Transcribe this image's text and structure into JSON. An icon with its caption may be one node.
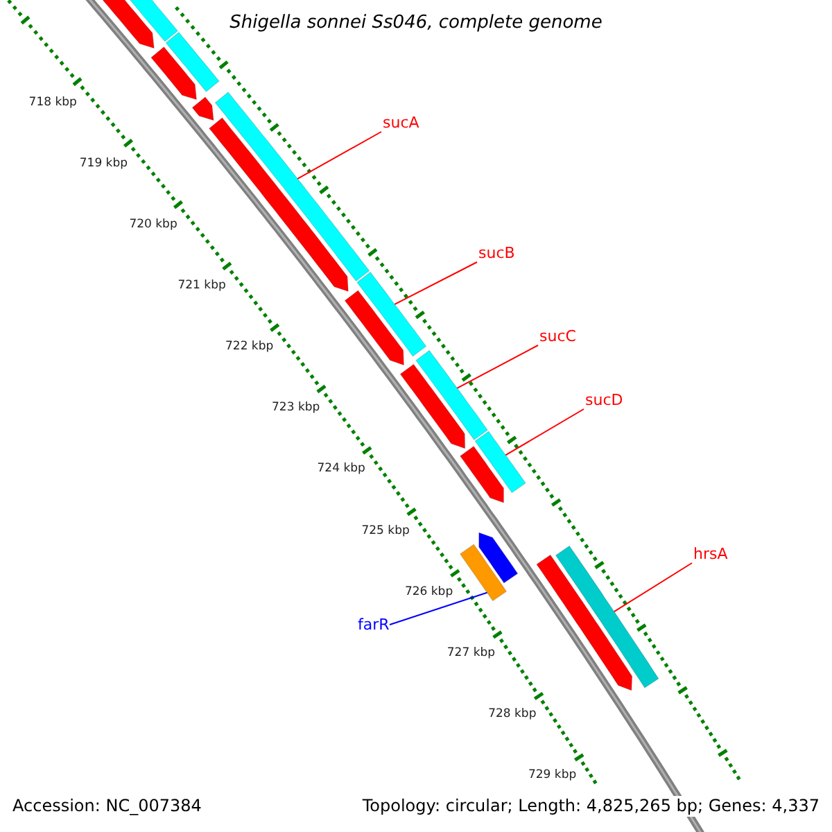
{
  "diagram": {
    "title": "Shigella sonnei Ss046, complete genome",
    "nodes": [
      {
        "text": [
          "sucA"
        ]
      },
      {
        "text": [
          "sucB"
        ]
      },
      {
        "text": [
          "sucC"
        ]
      },
      {
        "text": [
          "sucD"
        ]
      },
      {
        "text": [
          "hrsA"
        ]
      },
      {
        "text": [
          "farR"
        ]
      },
      {
        "text": [],
        "shape": "arrow"
      },
      {
        "text": [],
        "shape": "arrow"
      },
      {
        "text": [],
        "shape": "arrow"
      },
      {
        "text": [],
        "shape": "arrow"
      },
      {
        "text": [],
        "shape": "arrow"
      },
      {
        "text": [],
        "shape": "arrow"
      },
      {
        "text": [],
        "shape": "arrow"
      },
      {
        "text": [],
        "shape": "arrow"
      },
      {
        "text": [],
        "shape": "bar"
      },
      {
        "text": [],
        "shape": "bar"
      },
      {
        "text": [],
        "shape": "bar"
      },
      {
        "text": [],
        "shape": "bar"
      },
      {
        "text": [],
        "shape": "bar"
      },
      {
        "text": [],
        "shape": "bar"
      },
      {
        "text": [],
        "shape": "bar"
      },
      {
        "text": [],
        "shape": "arrow"
      },
      {
        "text": [],
        "shape": "bar"
      }
    ],
    "edges": [
      {
        "from": 0,
        "to": 16,
        "arrow": "none"
      },
      {
        "from": 1,
        "to": 17,
        "arrow": "none"
      },
      {
        "from": 2,
        "to": 18,
        "arrow": "none"
      },
      {
        "from": 3,
        "to": 19,
        "arrow": "none"
      },
      {
        "from": 4,
        "to": 20,
        "arrow": "none"
      },
      {
        "from": 5,
        "to": 22,
        "arrow": "none",
        "color": "#0000ff"
      }
    ],
    "labels": [
      "718 kbp",
      "719 kbp",
      "720 kbp",
      "721 kbp",
      "722 kbp",
      "723 kbp",
      "724 kbp",
      "725 kbp",
      "726 kbp",
      "727 kbp",
      "728 kbp",
      "729 kbp",
      "Accession: NC_007384",
      "Topology: circular; Length: 4,825,265 bp; Genes: 4,337"
    ]
  }
}
